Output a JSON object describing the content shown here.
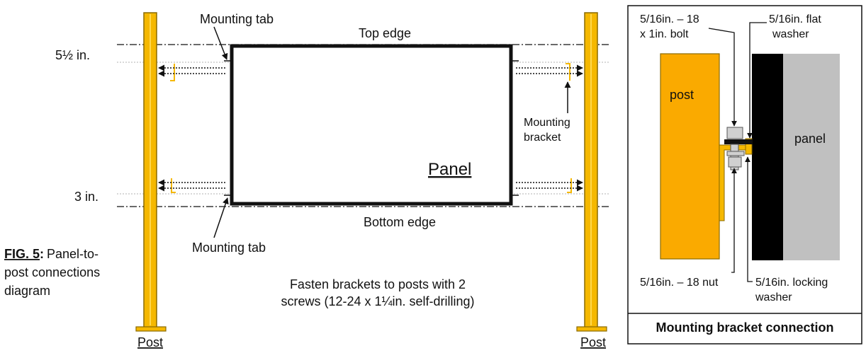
{
  "figure": {
    "label": "FIG. 5",
    "caption_parts": [
      ":",
      "Panel-to-",
      "post connections",
      "diagram"
    ]
  },
  "main": {
    "panel_label": "Panel",
    "top_edge": "Top edge",
    "bottom_edge": "Bottom edge",
    "mounting_tab_top": "Mounting tab",
    "mounting_tab_bottom": "Mounting tab",
    "mounting_bracket": [
      "Mounting",
      "bracket"
    ],
    "dim_top": "5½ in.",
    "dim_bottom": "3 in.",
    "post_left": "Post",
    "post_right": "Post",
    "note": [
      "Fasten brackets to posts with 2",
      "screws (12-24 x 1¼in. self-drilling)"
    ]
  },
  "detail": {
    "title": "Mounting bracket connection",
    "post": "post",
    "panel": "panel",
    "bolt": [
      "5/16in. – 18",
      "x 1in. bolt"
    ],
    "flat_washer": [
      "5/16in. flat",
      "washer"
    ],
    "nut": "5/16in. – 18 nut",
    "locking_washer": [
      "5/16in. locking",
      "washer"
    ]
  },
  "colors": {
    "post": "#F5B800",
    "post_outline": "#8A6A00",
    "detail_post": "#FAAA00",
    "panel_gray": "#C0C0C0",
    "panel_black": "#000000",
    "hardware": "#D0D0D0",
    "bracket_yellow": "#F5B800"
  }
}
